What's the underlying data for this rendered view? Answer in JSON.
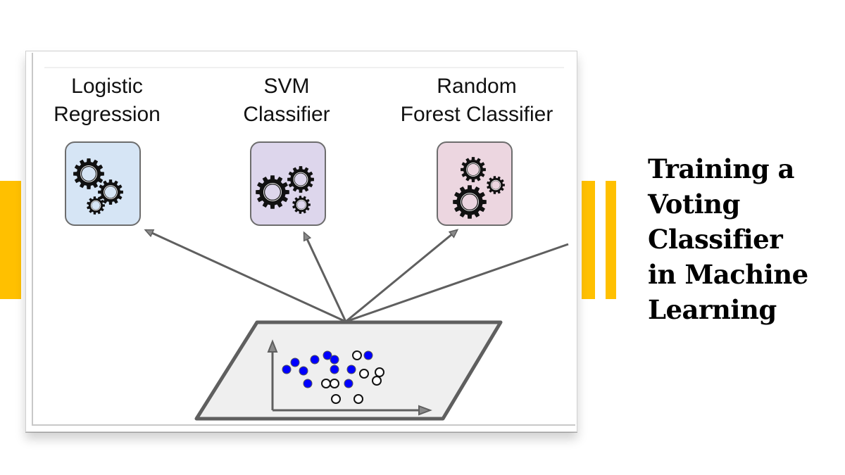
{
  "slide": {
    "title_lines": [
      "Training a",
      "Voting",
      "Classifier",
      "in Machine",
      "Learning"
    ],
    "accent_color": "#FFC000"
  },
  "diagram": {
    "classifiers": [
      {
        "label_lines": [
          "Logistic",
          "Regression"
        ],
        "box_color": "#d6e5f5",
        "icon": "gears-icon"
      },
      {
        "label_lines": [
          "SVM",
          "Classifier"
        ],
        "box_color": "#ddd6ec",
        "icon": "gears-icon"
      },
      {
        "label_lines": [
          "Random",
          "Forest Classifier"
        ],
        "box_color": "#ecd6e0",
        "icon": "gears-icon"
      }
    ],
    "training_set": {
      "description": "2D scatter plot on a tilted plane with two classes",
      "class_a": {
        "fill": "#0000ff",
        "label": "filled blue"
      },
      "class_b": {
        "fill": "#ffffff",
        "label": "hollow"
      }
    }
  }
}
